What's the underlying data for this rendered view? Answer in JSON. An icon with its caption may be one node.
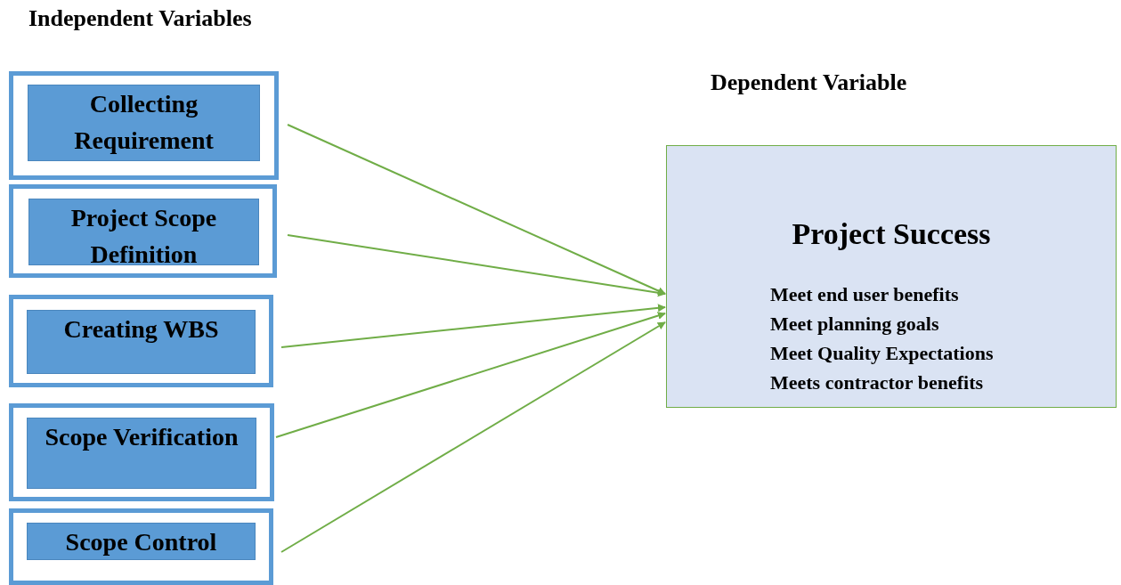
{
  "diagram": {
    "nodes": [
      {
        "text": [
          "Collecting Requirement"
        ]
      },
      {
        "text": [
          "Project Scope Definition"
        ]
      },
      {
        "text": [
          "Creating WBS"
        ]
      },
      {
        "text": [
          "Scope Verification"
        ]
      },
      {
        "text": [
          "Scope Control"
        ]
      },
      {
        "text": [
          "Project Success",
          "Meet end user benefits",
          "Meet planning goals",
          "Meet Quality Expectations",
          "Meets contractor benefits"
        ]
      }
    ],
    "edges": [
      {
        "from": 0,
        "to": 5,
        "arrow": "to"
      },
      {
        "from": 1,
        "to": 5,
        "arrow": "to"
      },
      {
        "from": 2,
        "to": 5,
        "arrow": "to"
      },
      {
        "from": 3,
        "to": 5,
        "arrow": "to"
      },
      {
        "from": 4,
        "to": 5,
        "arrow": "to"
      }
    ],
    "labels": [
      "Independent Variables",
      "Dependent Variable"
    ]
  }
}
